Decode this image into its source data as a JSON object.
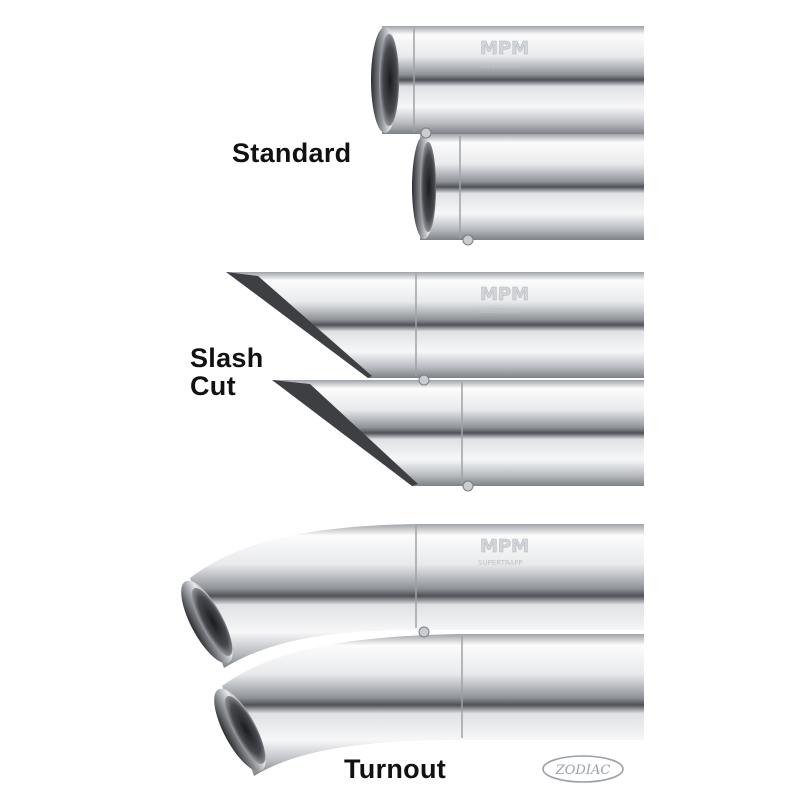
{
  "labels": {
    "standard": "Standard",
    "slash_line1": "Slash",
    "slash_line2": "Cut",
    "turnout": "Turnout"
  },
  "logos": {
    "pipe_brand": "MPM SUPERTRAPP",
    "watermark": "ZODIAC"
  },
  "colors": {
    "chrome_light": "#fafafa",
    "chrome_mid": "#c8cbd0",
    "chrome_dark": "#6d7177",
    "shadow": "#2a2b2e",
    "label": "#111111"
  },
  "icons": [
    "exhaust-pipe-standard",
    "exhaust-pipe-slashcut",
    "exhaust-pipe-turnout",
    "zodiac-logo"
  ]
}
